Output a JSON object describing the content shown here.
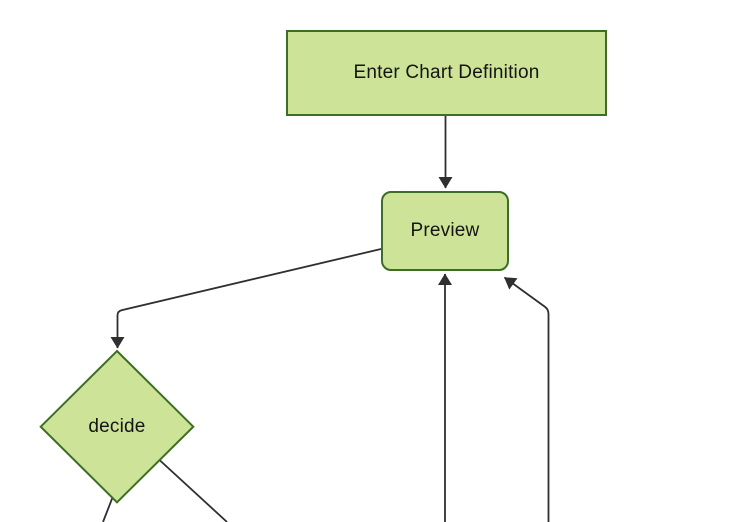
{
  "diagram": {
    "type": "flowchart",
    "orientation": "top-down",
    "colors": {
      "background": "#ffffff",
      "node_fill": "#cde498",
      "node_border": "#3c6e23",
      "edge_stroke": "#2f2f2f",
      "text": "#141414"
    },
    "nodes": [
      {
        "id": "enter-chart-definition",
        "label": "Enter Chart Definition",
        "shape": "rectangle"
      },
      {
        "id": "preview",
        "label": "Preview",
        "shape": "rounded-rectangle"
      },
      {
        "id": "decide",
        "label": "decide",
        "shape": "diamond"
      }
    ],
    "edges": [
      {
        "from": "enter-chart-definition",
        "to": "preview",
        "arrowhead": true
      },
      {
        "from": "preview",
        "to": "decide",
        "arrowhead": true
      },
      {
        "from": "offscreen-bottom",
        "to": "preview",
        "arrowhead": true
      },
      {
        "from": "offscreen-bottom-right",
        "to": "preview",
        "arrowhead": true
      },
      {
        "from": "decide",
        "to": "offscreen-bottom-left",
        "arrowhead": false
      },
      {
        "from": "decide",
        "to": "offscreen-bottom-right",
        "arrowhead": false
      }
    ]
  }
}
